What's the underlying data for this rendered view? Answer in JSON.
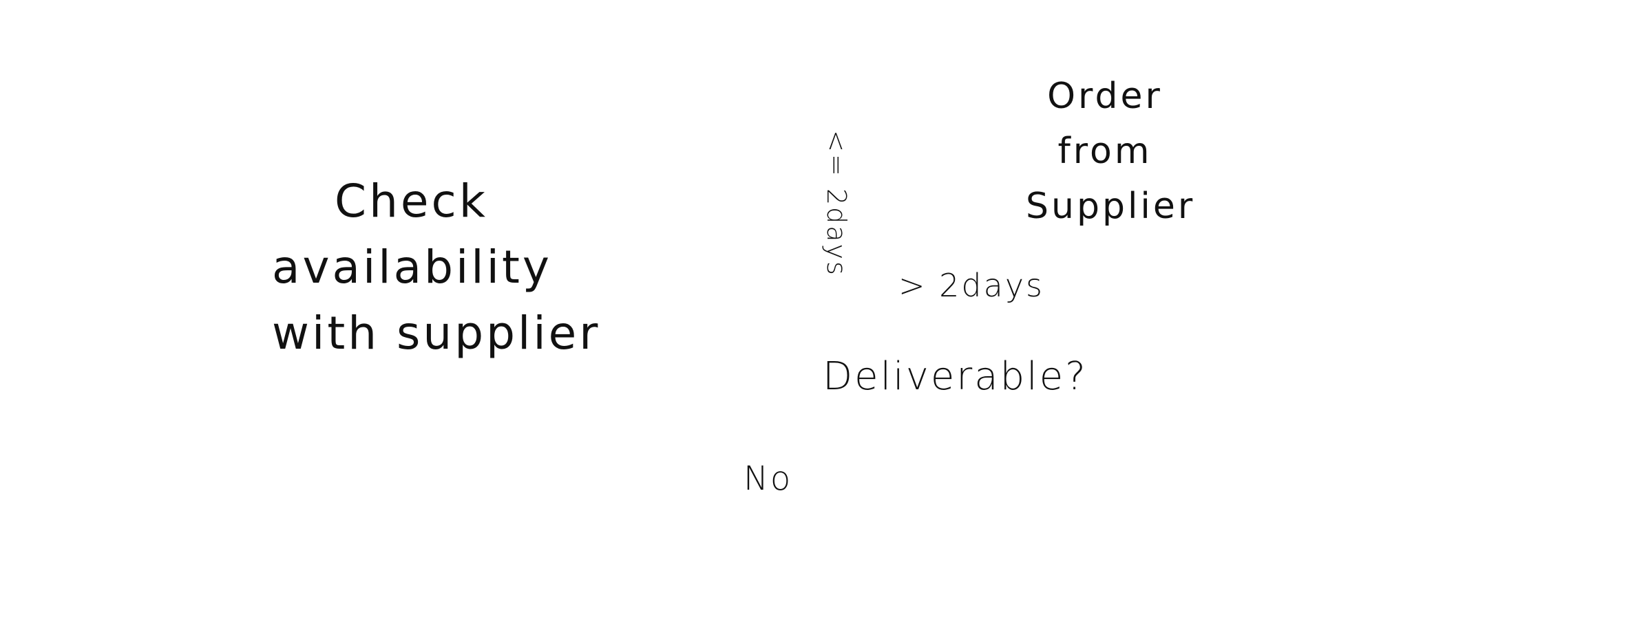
{
  "diagram": {
    "check_lines": [
      "Check",
      "availability",
      "with supplier"
    ],
    "order_lines": [
      "Order",
      "from",
      "Supplier"
    ],
    "decision_label": "Deliverable?",
    "edge_gt": "> 2days",
    "edge_le": "<= 2days",
    "edge_no": "No"
  },
  "colors": {
    "ink": "#111111",
    "background": "#ffffff"
  }
}
